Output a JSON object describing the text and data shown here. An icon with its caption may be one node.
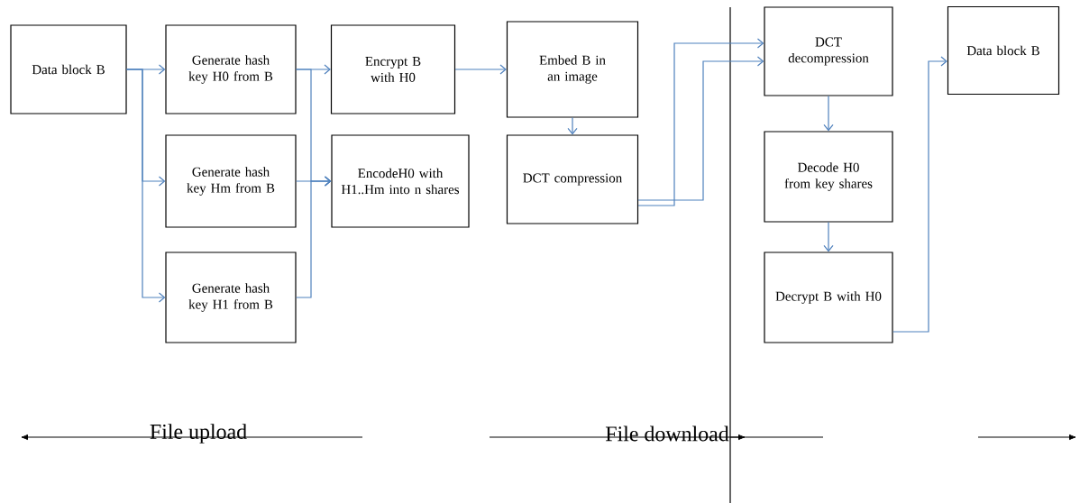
{
  "diagram": {
    "nodes": [
      {
        "text": [
          "Data block B"
        ]
      },
      {
        "text": [
          "Generate hash key H0 from B"
        ]
      },
      {
        "text": [
          "Generate hash key Hm from B"
        ]
      },
      {
        "text": [
          "Generate hash key H1 from B"
        ]
      },
      {
        "text": [
          "Encrypt B with H0"
        ]
      },
      {
        "text": [
          "EncodeH0 with H1..Hm into n shares"
        ]
      },
      {
        "text": [
          "Embed B in an image"
        ]
      },
      {
        "text": [
          "DCT compression"
        ]
      },
      {
        "text": [
          "DCT decompression"
        ]
      },
      {
        "text": [
          "Decode H0 from key shares"
        ]
      },
      {
        "text": [
          "Decrypt B with H0"
        ]
      },
      {
        "text": [
          "Data block B"
        ]
      }
    ],
    "edges": [
      {
        "from": 0,
        "to": 1,
        "arrow": "to"
      },
      {
        "from": 0,
        "to": 2,
        "arrow": "to"
      },
      {
        "from": 0,
        "to": 3,
        "arrow": "to"
      },
      {
        "from": 1,
        "to": 4,
        "arrow": "to"
      },
      {
        "from": 1,
        "to": 5,
        "arrow": "to"
      },
      {
        "from": 2,
        "to": 5,
        "arrow": "to"
      },
      {
        "from": 3,
        "to": 5,
        "arrow": "to"
      },
      {
        "from": 4,
        "to": 6,
        "arrow": "to"
      },
      {
        "from": 6,
        "to": 7,
        "arrow": "to"
      },
      {
        "from": 7,
        "to": 8,
        "arrow": "to"
      },
      {
        "from": 7,
        "to": 8,
        "arrow": "to"
      },
      {
        "from": 8,
        "to": 9,
        "arrow": "to"
      },
      {
        "from": 9,
        "to": 10,
        "arrow": "to"
      },
      {
        "from": 10,
        "to": 11,
        "arrow": "to"
      }
    ],
    "labels": [
      "File upload",
      "File download"
    ]
  }
}
